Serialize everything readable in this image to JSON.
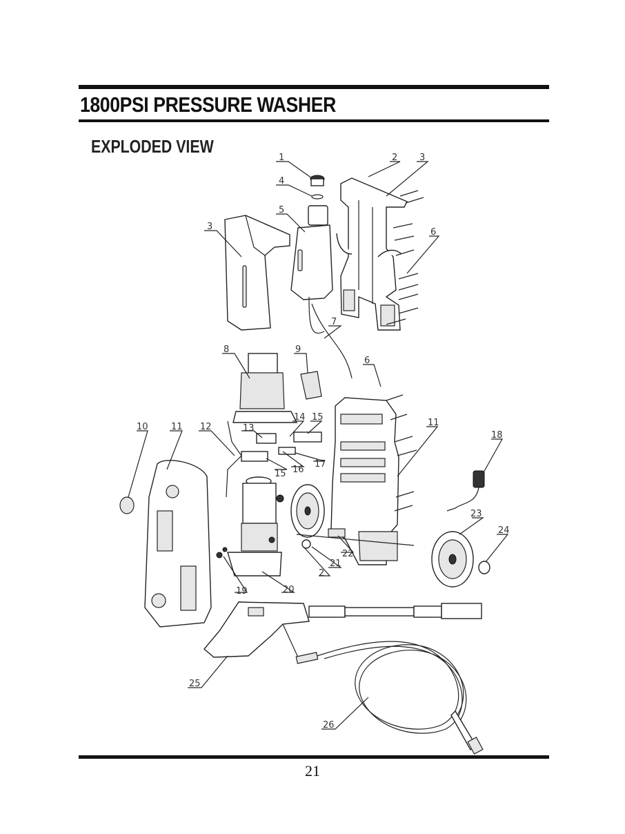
{
  "header": {
    "title": "1800PSI PRESSURE WASHER",
    "subtitle": "EXPLODED VIEW"
  },
  "callouts": [
    {
      "id": "c1",
      "label": "1"
    },
    {
      "id": "c2a",
      "label": "2"
    },
    {
      "id": "c3a",
      "label": "3"
    },
    {
      "id": "c4",
      "label": "4"
    },
    {
      "id": "c5",
      "label": "5"
    },
    {
      "id": "c3b",
      "label": "3"
    },
    {
      "id": "c6a",
      "label": "6"
    },
    {
      "id": "c7",
      "label": "7"
    },
    {
      "id": "c8",
      "label": "8"
    },
    {
      "id": "c9",
      "label": "9"
    },
    {
      "id": "c6b",
      "label": "6"
    },
    {
      "id": "c10",
      "label": "10"
    },
    {
      "id": "c11a",
      "label": "11"
    },
    {
      "id": "c12",
      "label": "12"
    },
    {
      "id": "c13",
      "label": "13"
    },
    {
      "id": "c14",
      "label": "14"
    },
    {
      "id": "c15a",
      "label": "15"
    },
    {
      "id": "c11b",
      "label": "11"
    },
    {
      "id": "c18",
      "label": "18"
    },
    {
      "id": "c17",
      "label": "17"
    },
    {
      "id": "c15b",
      "label": "15"
    },
    {
      "id": "c16",
      "label": "16"
    },
    {
      "id": "c23",
      "label": "23"
    },
    {
      "id": "c24",
      "label": "24"
    },
    {
      "id": "c22",
      "label": "22"
    },
    {
      "id": "c21",
      "label": "21"
    },
    {
      "id": "c2b",
      "label": "2"
    },
    {
      "id": "c19",
      "label": "19"
    },
    {
      "id": "c20",
      "label": "20"
    },
    {
      "id": "c25",
      "label": "25"
    },
    {
      "id": "c26",
      "label": "26"
    }
  ],
  "footer": {
    "page_number": "21"
  }
}
